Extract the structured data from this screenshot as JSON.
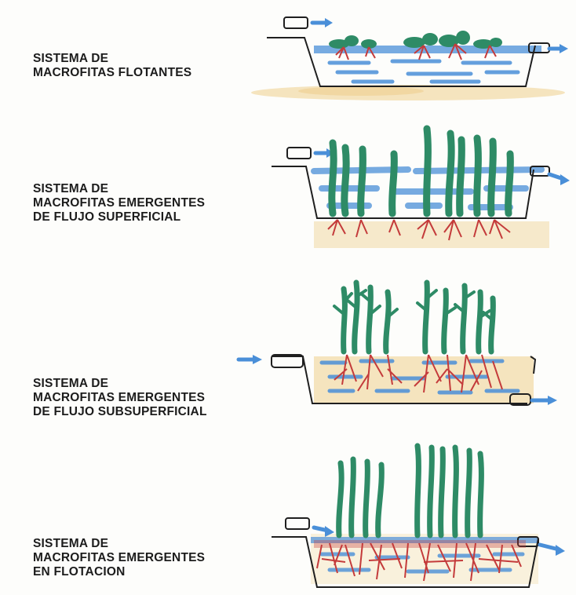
{
  "panels": [
    {
      "lines": [
        "SISTEMA DE",
        "MACROFITAS FLOTANTES"
      ]
    },
    {
      "lines": [
        "SISTEMA DE",
        "MACROFITAS EMERGENTES",
        "DE FLUJO SUPERFICIAL"
      ]
    },
    {
      "lines": [
        "SISTEMA DE",
        "MACROFITAS EMERGENTES",
        "DE FLUJO SUBSUPERFICIAL"
      ]
    },
    {
      "lines": [
        "SISTEMA DE",
        "MACROFITAS EMERGENTES",
        "EN FLOTACION"
      ]
    }
  ],
  "colors": {
    "water": "#4a8fd8",
    "plant": "#2e8b66",
    "root": "#c43b3b",
    "soil": "#f1d9a4",
    "outline": "#1f1f1f"
  }
}
